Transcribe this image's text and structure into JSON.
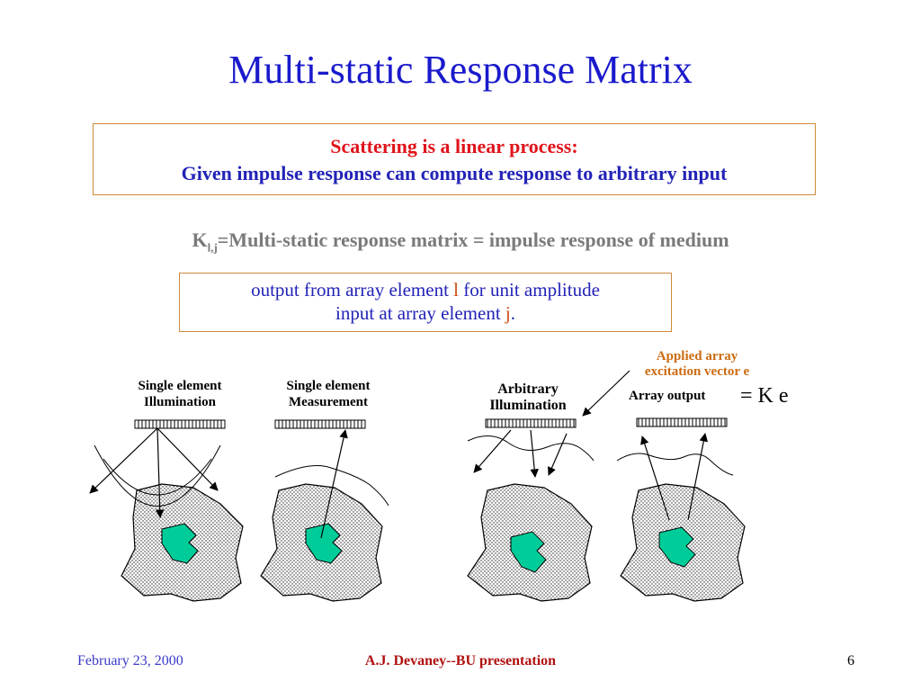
{
  "slide": {
    "title": "Multi-static Response Matrix",
    "box1": {
      "line1": "Scattering is a linear process:",
      "line2": "Given impulse response can compute response to arbitrary input"
    },
    "kline": {
      "symbol": "K",
      "subscript": "l,j",
      "text": "=Multi-static response matrix = impulse response of medium"
    },
    "box2": {
      "part1": "output from array element ",
      "l": "l",
      "part2": " for unit amplitude",
      "part3": "input at array element ",
      "j": "j",
      "part4": "."
    },
    "diagram": {
      "label_single_illumination_1": "Single element",
      "label_single_illumination_2": "Illumination",
      "label_single_measurement_1": "Single element",
      "label_single_measurement_2": "Measurement",
      "label_arbitrary_1": "Arbitrary",
      "label_arbitrary_2": "Illumination",
      "label_applied_1": "Applied array",
      "label_applied_2": "excitation vector e",
      "label_array_output": "Array output",
      "label_ke": "= K e"
    },
    "colors": {
      "title": "#1a1acc",
      "red_text": "#e0141c",
      "blue_text": "#2323b8",
      "box_border": "#d08a3a",
      "scatterer_green": "#00cc99"
    },
    "footer": {
      "date": "February 23, 2000",
      "center": "A.J. Devaney--BU  presentation",
      "page": "6"
    }
  }
}
